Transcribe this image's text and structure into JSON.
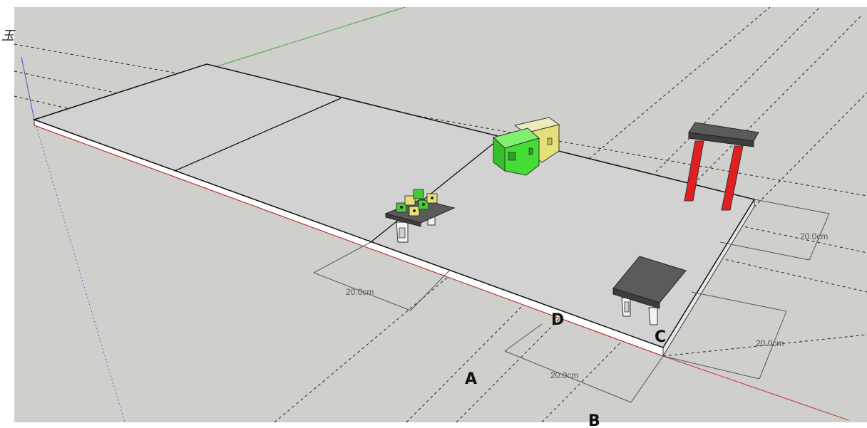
{
  "scene": {
    "corner_glyph": "玉",
    "dimensions": [
      "20.0cm",
      "20.0cm",
      "20.0cm",
      "20.0cm"
    ],
    "points": {
      "A": "A",
      "B": "B",
      "C": "C",
      "D": "D"
    },
    "colors": {
      "background": "#cfcfcb",
      "board": "#d2d2d2",
      "board_edge": "#ffffff",
      "red_axis": "#c83232",
      "green_axis": "#3cab3c",
      "blue_axis": "#5050c8",
      "table_top": "#5b5b5b",
      "green_box": "#44dd33",
      "yellow_box": "#e6e07a",
      "stool_legs": "#e02020"
    }
  }
}
